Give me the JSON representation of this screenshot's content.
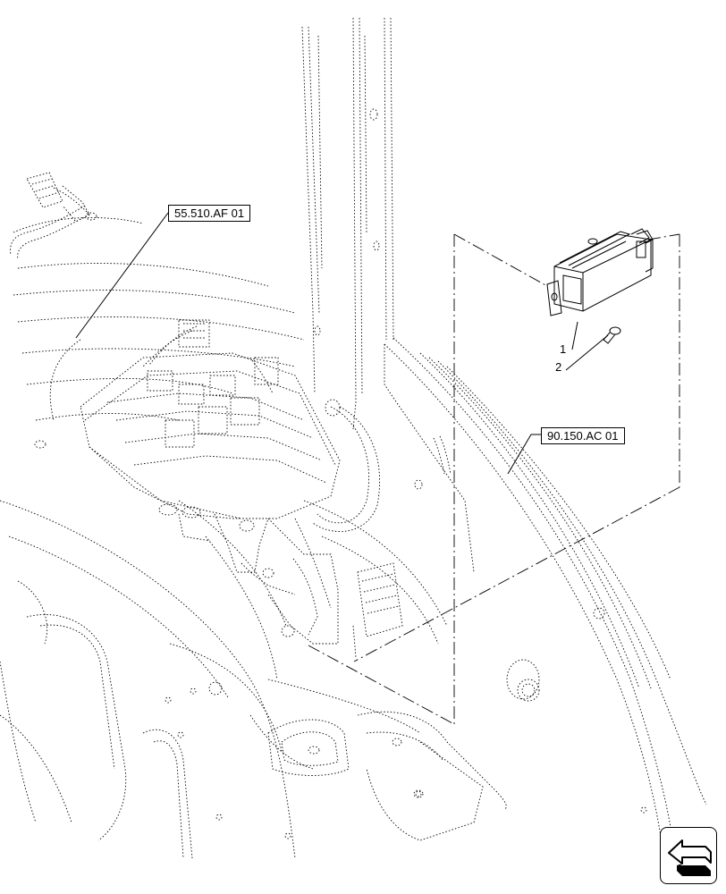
{
  "references": {
    "harness": "55.510.AF  01",
    "module": "90.150.AC  01"
  },
  "callouts": {
    "item1": "1",
    "item2": "2"
  },
  "nav": {
    "icon": "arrow-back-icon"
  }
}
